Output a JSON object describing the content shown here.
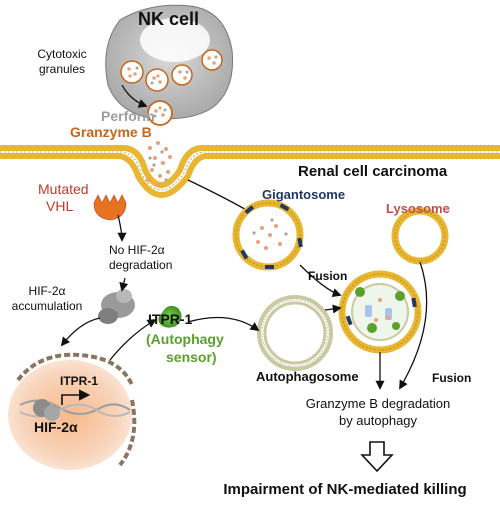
{
  "labels": {
    "nk_cell": "NK cell",
    "cytotoxic": "Cytotoxic",
    "granules": "granules",
    "perforin": "Perforin",
    "granzyme_b": "Granzyme B",
    "rcc": "Renal cell carcinoma",
    "gigantosome": "Gigantosome",
    "lysosome": "Lysosome",
    "mutated": "Mutated",
    "vhl": "VHL",
    "no_hif": "No HIF-2α",
    "degradation": "degradation",
    "hif_accum_1": "HIF-2α",
    "hif_accum_2": "accumulation",
    "itpr1": "ITPR-1",
    "autophagy_sensor_1": "(Autophagy",
    "autophagy_sensor_2": "sensor)",
    "fusion_top": "Fusion",
    "fusion_bottom": "Fusion",
    "autophagosome": "Autophagosome",
    "nucleus_itpr1": "ITPR-1",
    "nucleus_hif": "HIF-2α",
    "gzb_deg_1": "Granzyme B degradation",
    "gzb_deg_2": "by autophagy",
    "impairment": "Impairment of NK-mediated killing"
  },
  "colors": {
    "perforin": "#9e9e9e",
    "granzyme": "#c8651b",
    "vhl": "#c0392b",
    "gigantosome": "#1f3864",
    "lysosome": "#c0504d",
    "sensor": "#5aa02c",
    "membrane": "#e8b630"
  }
}
